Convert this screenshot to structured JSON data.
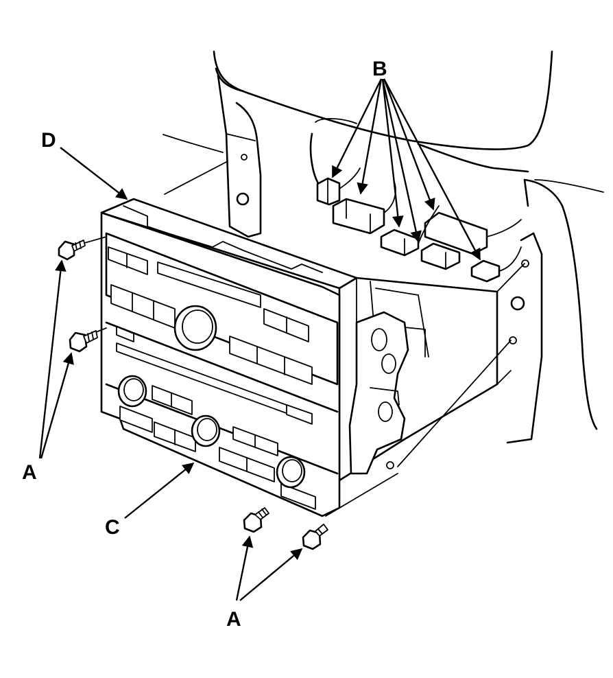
{
  "callouts": {
    "a_left": "A",
    "a_bottom": "A",
    "b": "B",
    "c": "C",
    "d": "D"
  },
  "colors": {
    "line": "#000000",
    "background": "#ffffff"
  }
}
